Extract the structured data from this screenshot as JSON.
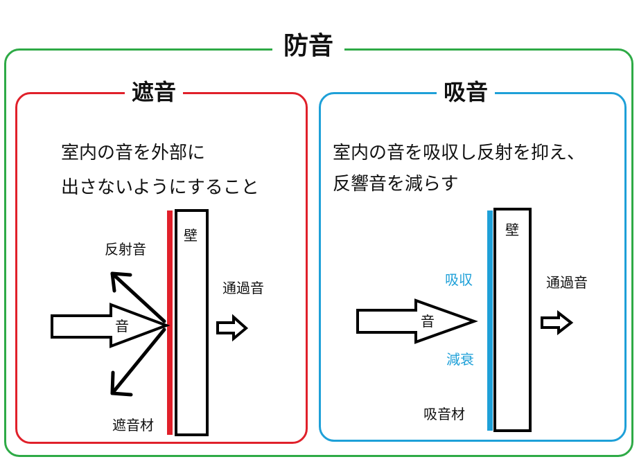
{
  "title": "防音",
  "colors": {
    "outer": "#2eaa46",
    "left": "#e0202a",
    "right": "#1ea0d8",
    "text_blue": "#1ea0d8"
  },
  "left": {
    "title": "遮音",
    "desc_line1": "室内の音を外部に",
    "desc_line2": "出さないようにすること",
    "wall": "壁",
    "reflect": "反射音",
    "sound": "音",
    "transmit": "通過音",
    "material": "遮音材"
  },
  "right": {
    "title": "吸音",
    "desc_line1": "室内の音を吸収し反射を抑え、",
    "desc_line2": "反響音を減らす",
    "wall": "壁",
    "absorb": "吸収",
    "attenuate": "減衰",
    "sound": "音",
    "transmit": "通過音",
    "material": "吸音材"
  }
}
